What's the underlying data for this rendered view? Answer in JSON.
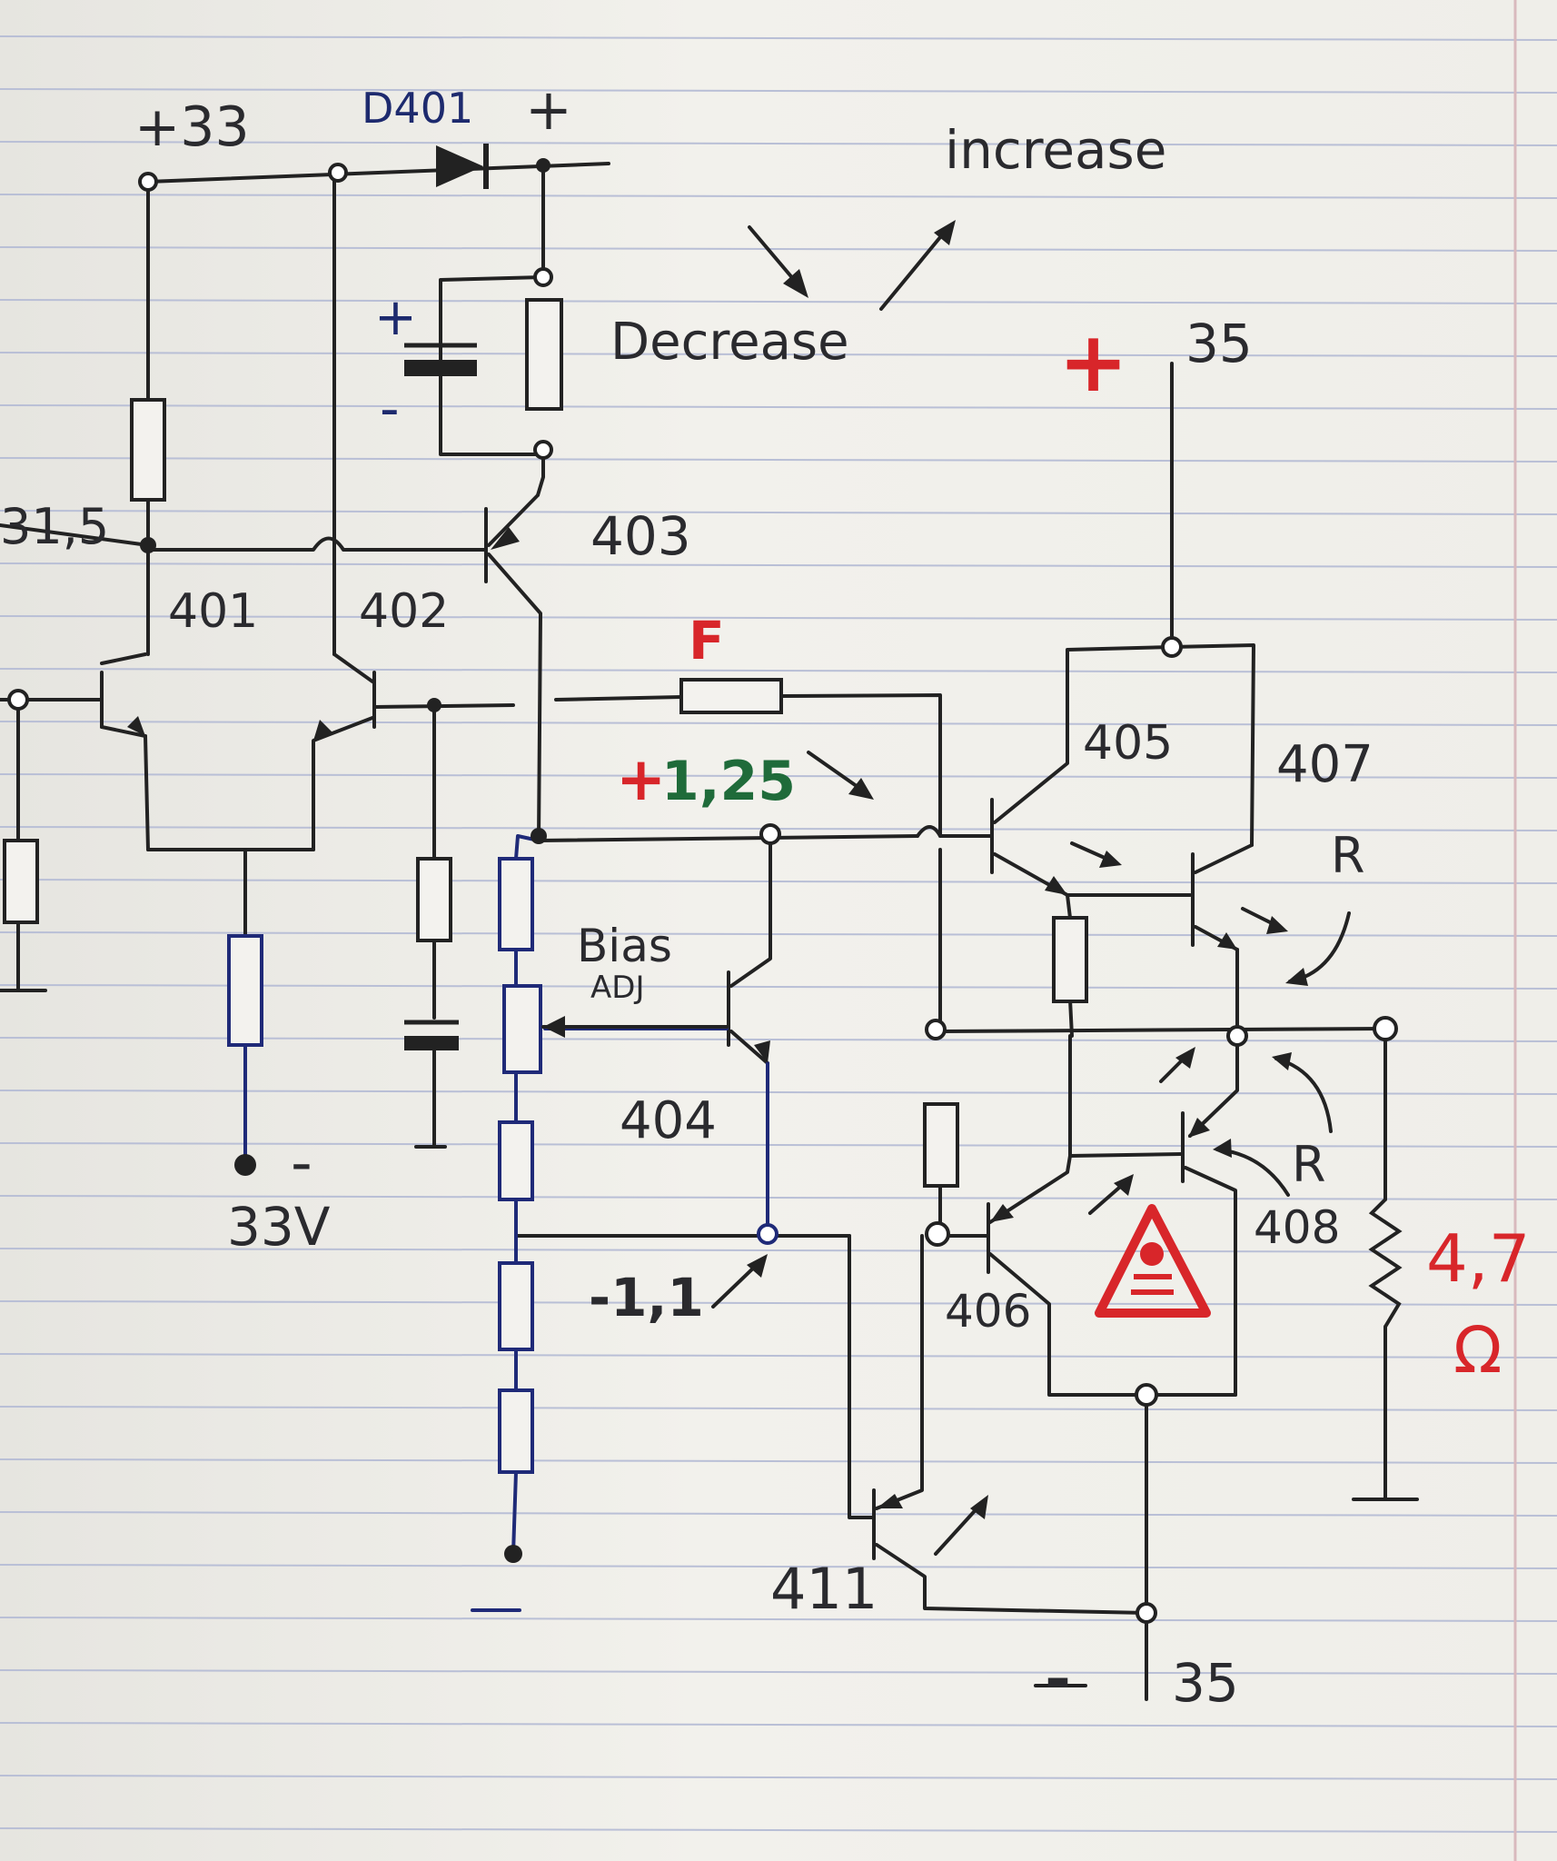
{
  "colors": {
    "paper": "#efeee9",
    "ruled_line": "#b9bfd6",
    "margin_line": "#d8b9bd",
    "ink_black": "#222222",
    "ink_blue": "#1f2a78",
    "ink_red": "#d8262a",
    "ink_green": "#1f6b3a"
  },
  "labels": {
    "v_plus33": "+33",
    "d401": "D401",
    "diode_plus": "+",
    "increase": "increase",
    "decrease": "Decrease",
    "cap_plus": "+",
    "cap_minus": "-",
    "v_31_5": "31,5",
    "q401": "401",
    "q402": "402",
    "q403": "403",
    "f_label": "F",
    "v_plus_sign": "+",
    "v_1_25": "1,25",
    "rail_plus": "+",
    "rail_plus_35": "35",
    "q405": "405",
    "q407": "407",
    "r_top": "R",
    "bias": "Bias",
    "adj": "ADJ",
    "q404": "404",
    "supply_minus": "-",
    "supply_33v": "33V",
    "v_minus_1_1": "-1,1",
    "q406": "406",
    "r_bottom": "R",
    "q408": "408",
    "load_value": "4,7",
    "load_unit": "Ω",
    "q411": "411",
    "rail_minus": "-",
    "rail_minus_35": "35"
  },
  "icons": {
    "warning": "warning-triangle-icon"
  }
}
